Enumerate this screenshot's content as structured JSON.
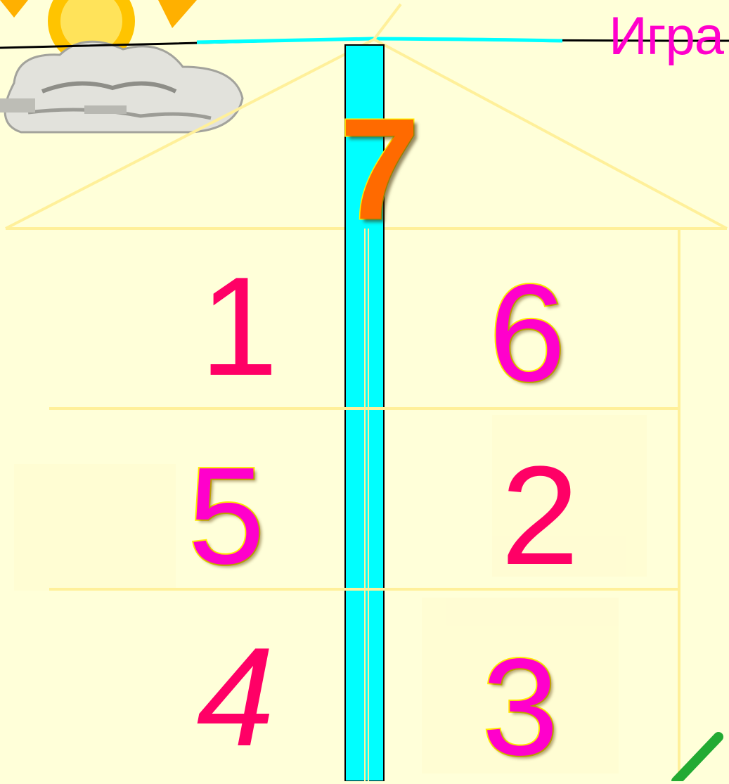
{
  "title": "Игра",
  "roof_number": "7",
  "rooms": [
    {
      "left": "1",
      "right": "6"
    },
    {
      "left": "5",
      "right": "2"
    },
    {
      "left": "4",
      "right": "3"
    }
  ],
  "colors": {
    "background": "#FFFFD9",
    "chimney": "#00FFFF",
    "lines": "#FFF09A",
    "title": "#FF00CC",
    "solid_digits": "#FF0066",
    "outlined_digits": "#FF00CC",
    "outline": "#FFE800",
    "roof_digit": "#FF6A00",
    "check_mark": "#22AA33"
  },
  "icons": {
    "weather": "sun-behind-cloud-icon",
    "check": "check-mark-icon"
  }
}
